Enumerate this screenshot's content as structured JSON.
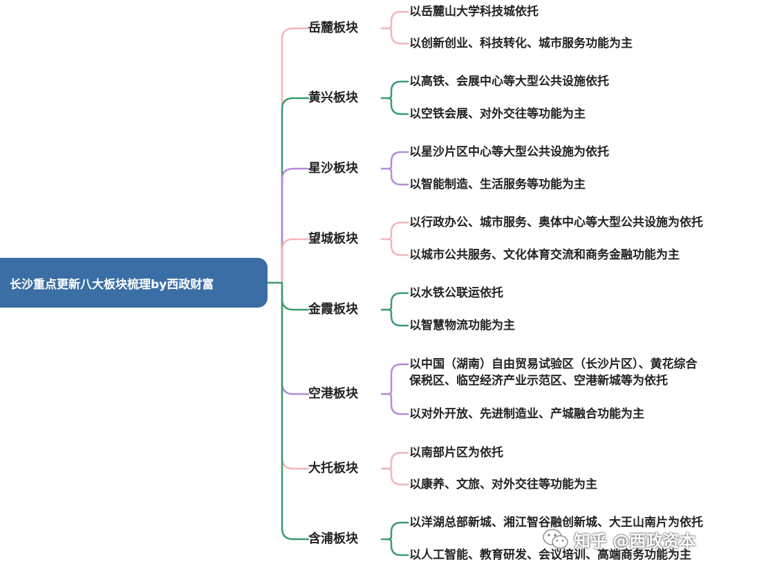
{
  "root": {
    "title": "长沙重点更新八大板块梳理by西政财富"
  },
  "colors": {
    "root_bg": "#3a6ea5",
    "pink": "#f2b5b8",
    "green": "#3a9b6e",
    "purple": "#b38bd9",
    "text": "#222222"
  },
  "branches": [
    {
      "name": "岳麓板块",
      "color": "pink",
      "items": [
        [
          "以岳麓山大学科技城依托"
        ],
        [
          "以创新创业、科技转化、城市服务功能为主"
        ]
      ]
    },
    {
      "name": "黄兴板块",
      "color": "green",
      "items": [
        [
          "以高铁、会展中心等大型公共设施依托"
        ],
        [
          "以空铁会展、对外交往等功能为主"
        ]
      ]
    },
    {
      "name": "星沙板块",
      "color": "purple",
      "items": [
        [
          "以星沙片区中心等大型公共设施为依托"
        ],
        [
          "以智能制造、生活服务等功能为主"
        ]
      ]
    },
    {
      "name": "望城板块",
      "color": "pink",
      "items": [
        [
          "以行政办公、城市服务、奥体中心等大型公共设施为依托"
        ],
        [
          "以城市公共服务、文化体育交流和商务金融功能为主"
        ]
      ]
    },
    {
      "name": "金霞板块",
      "color": "green",
      "items": [
        [
          "以水铁公联运依托"
        ],
        [
          "以智慧物流功能为主"
        ]
      ]
    },
    {
      "name": "空港板块",
      "color": "purple",
      "items": [
        [
          "以中国（湖南）自由贸易试验区（长沙片区）、黄花综合",
          "保税区、临空经济产业示范区、空港新城等为依托"
        ],
        [
          "以对外开放、先进制造业、产城融合功能为主"
        ]
      ]
    },
    {
      "name": "大托板块",
      "color": "pink",
      "items": [
        [
          "以南部片区为依托"
        ],
        [
          "以康养、文旅、对外交往等功能为主"
        ]
      ]
    },
    {
      "name": "含浦板块",
      "color": "green",
      "items": [
        [
          "以洋湖总部新城、湘江智谷融创新城、大王山南片为依托"
        ],
        [
          "以人工智能、教育研发、会议培训、高端商务功能为主"
        ]
      ]
    }
  ],
  "watermark": {
    "icon": "wechat-icon",
    "text": "知乎 @西政资本"
  }
}
